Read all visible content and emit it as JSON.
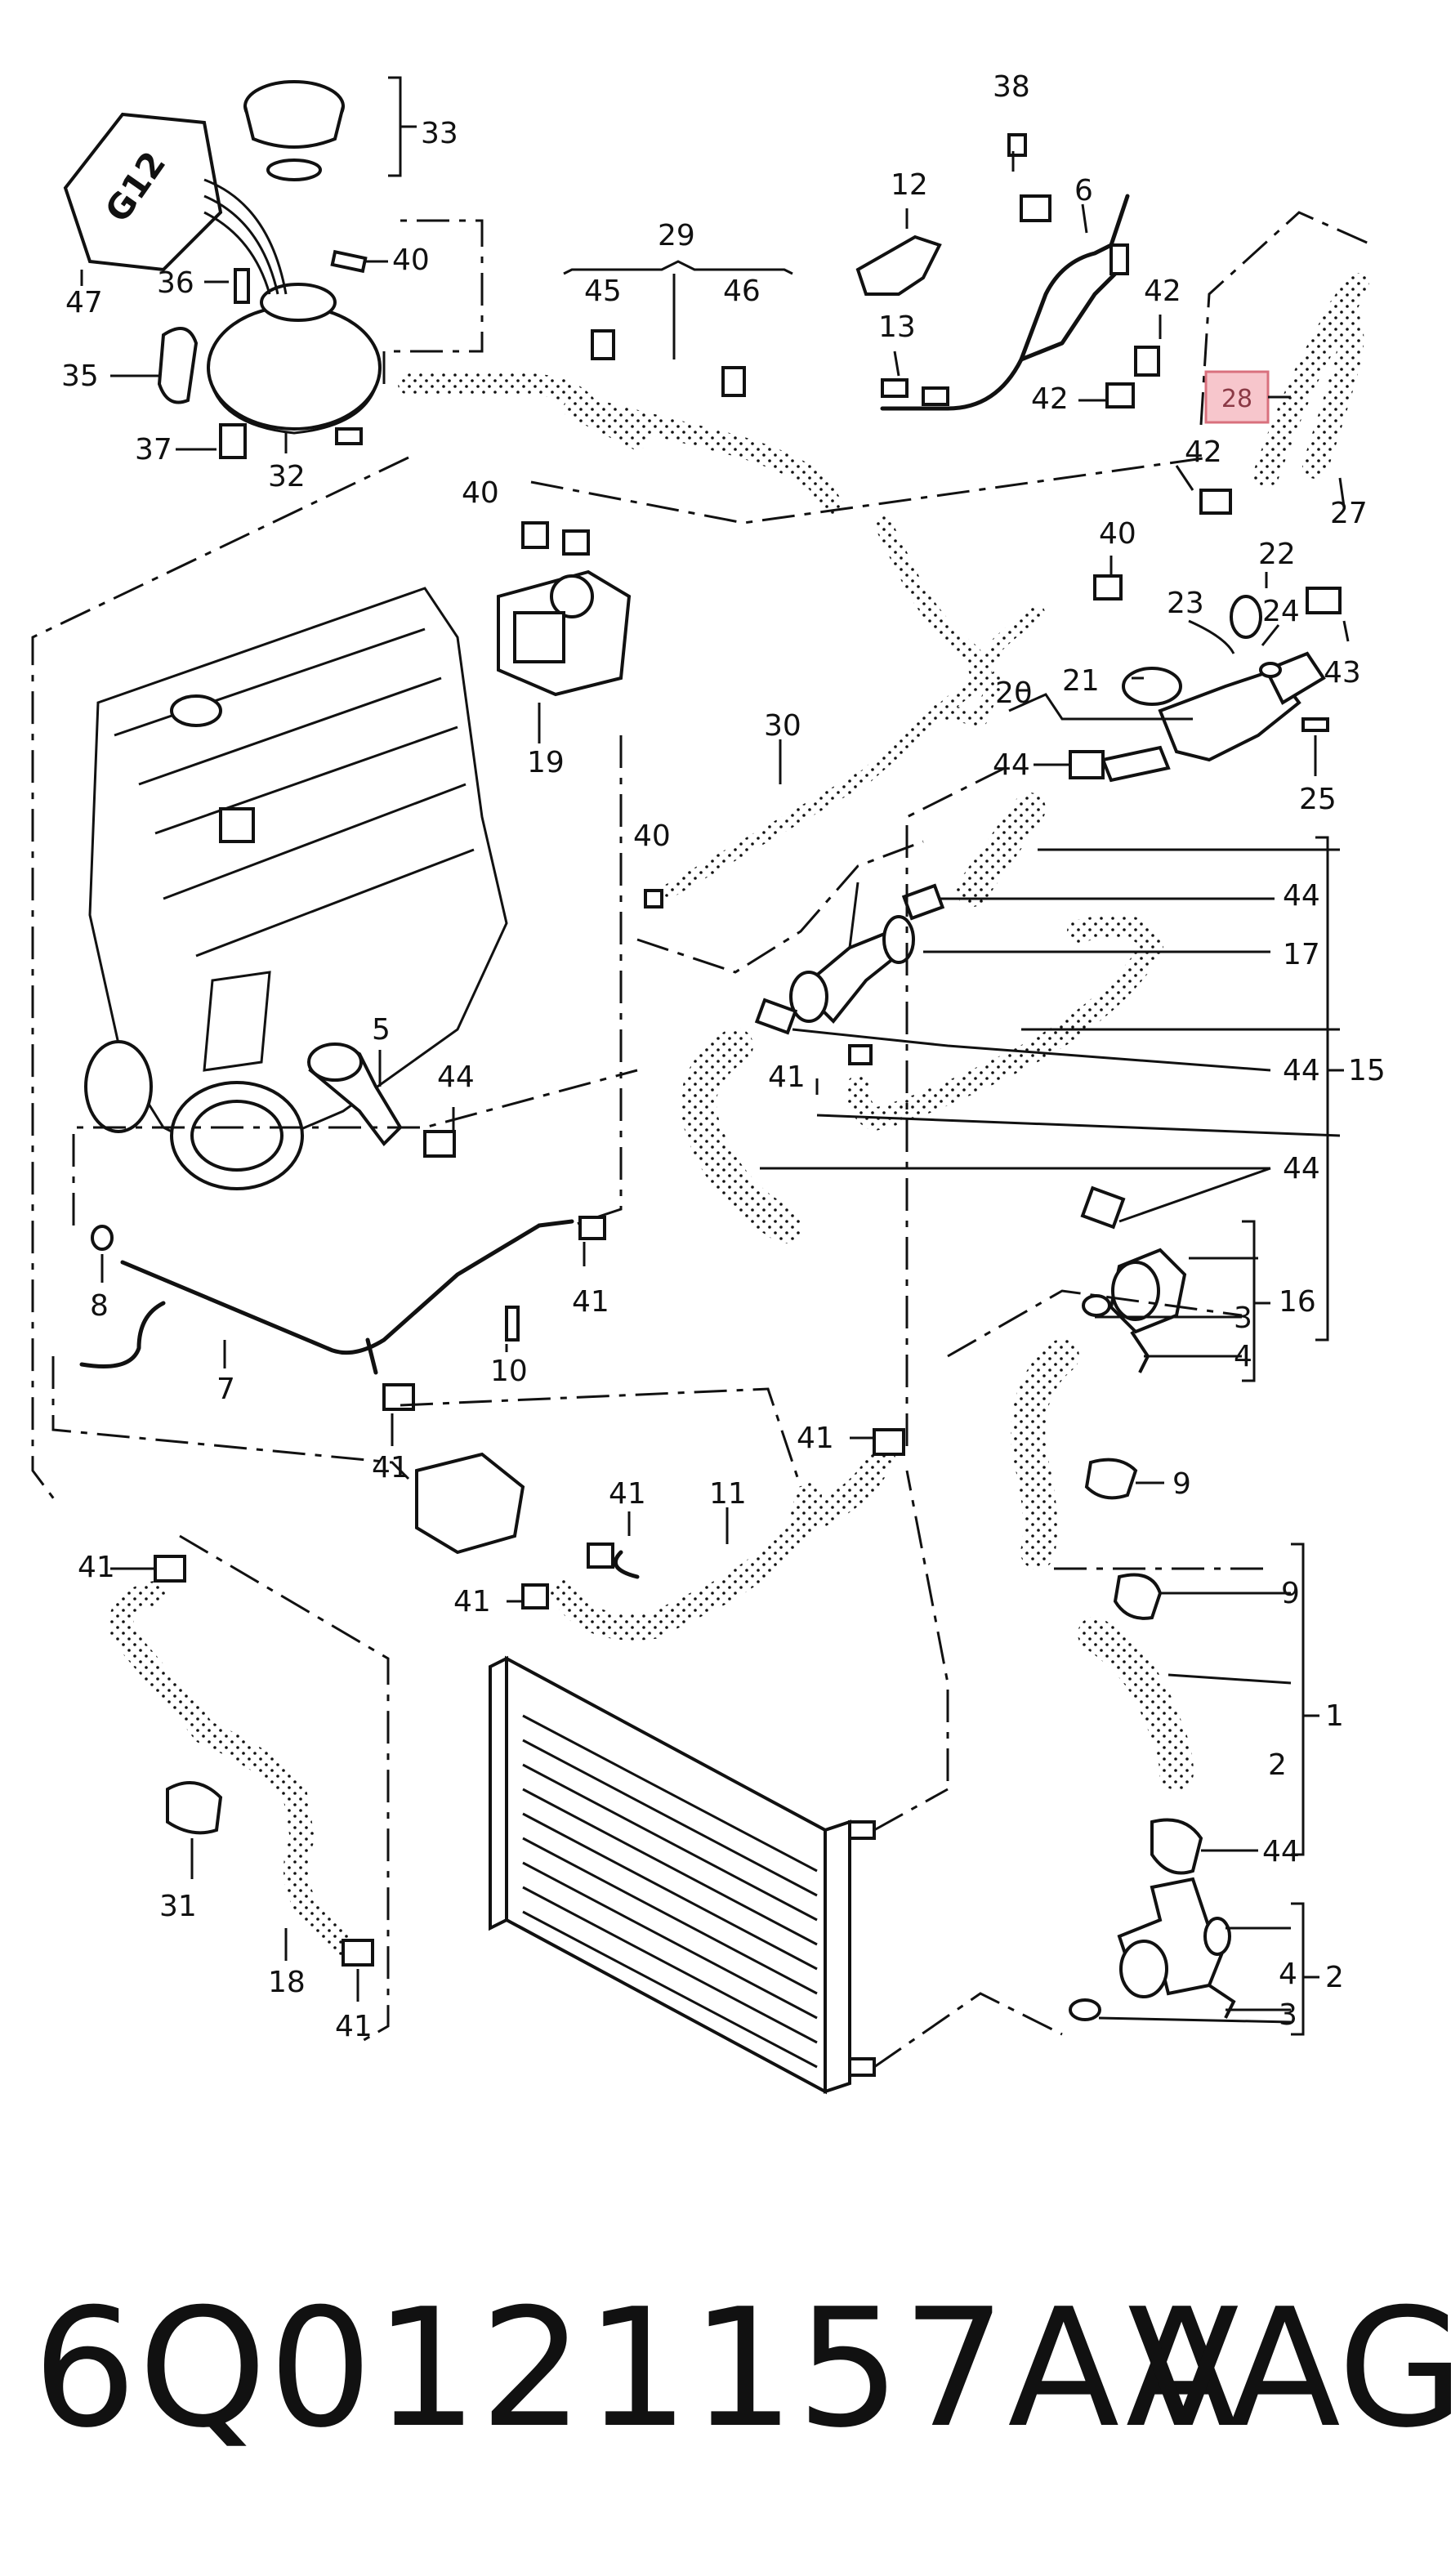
{
  "footer": {
    "part_number": "6Q0121157AA",
    "brand": "VAG"
  },
  "highlight": {
    "label": "28"
  },
  "tank_marking": "G12",
  "callouts": [
    {
      "id": "c33",
      "text": "33"
    },
    {
      "id": "c47",
      "text": "47"
    },
    {
      "id": "c36",
      "text": "36"
    },
    {
      "id": "c40a",
      "text": "40"
    },
    {
      "id": "c35",
      "text": "35"
    },
    {
      "id": "c37",
      "text": "37"
    },
    {
      "id": "c32",
      "text": "32"
    },
    {
      "id": "c29",
      "text": "29"
    },
    {
      "id": "c45",
      "text": "45"
    },
    {
      "id": "c46",
      "text": "46"
    },
    {
      "id": "c38",
      "text": "38"
    },
    {
      "id": "c12",
      "text": "12"
    },
    {
      "id": "c6",
      "text": "6"
    },
    {
      "id": "c42a",
      "text": "42"
    },
    {
      "id": "c13",
      "text": "13"
    },
    {
      "id": "c42b",
      "text": "42"
    },
    {
      "id": "c42c",
      "text": "42"
    },
    {
      "id": "c27",
      "text": "27"
    },
    {
      "id": "c40b",
      "text": "40"
    },
    {
      "id": "c40c",
      "text": "40"
    },
    {
      "id": "c19",
      "text": "19"
    },
    {
      "id": "c22",
      "text": "22"
    },
    {
      "id": "c23",
      "text": "23"
    },
    {
      "id": "c24",
      "text": "24"
    },
    {
      "id": "c43",
      "text": "43"
    },
    {
      "id": "c21",
      "text": "21"
    },
    {
      "id": "c20",
      "text": "20"
    },
    {
      "id": "c30",
      "text": "30"
    },
    {
      "id": "c44a",
      "text": "44"
    },
    {
      "id": "c25",
      "text": "25"
    },
    {
      "id": "c40d",
      "text": "40"
    },
    {
      "id": "c44b",
      "text": "44"
    },
    {
      "id": "c17",
      "text": "17"
    },
    {
      "id": "c5",
      "text": "5"
    },
    {
      "id": "c44c",
      "text": "44"
    },
    {
      "id": "c41a",
      "text": "41"
    },
    {
      "id": "c44d",
      "text": "44"
    },
    {
      "id": "c15",
      "text": "15"
    },
    {
      "id": "c44e",
      "text": "44"
    },
    {
      "id": "c8",
      "text": "8"
    },
    {
      "id": "c41b",
      "text": "41"
    },
    {
      "id": "c3a",
      "text": "3"
    },
    {
      "id": "c16",
      "text": "16"
    },
    {
      "id": "c7",
      "text": "7"
    },
    {
      "id": "c10",
      "text": "10"
    },
    {
      "id": "c4a",
      "text": "4"
    },
    {
      "id": "c41c",
      "text": "41"
    },
    {
      "id": "c41d",
      "text": "41"
    },
    {
      "id": "c9a",
      "text": "9"
    },
    {
      "id": "c41e",
      "text": "41"
    },
    {
      "id": "c11",
      "text": "11"
    },
    {
      "id": "c41f",
      "text": "41"
    },
    {
      "id": "c9b",
      "text": "9"
    },
    {
      "id": "c41g",
      "text": "41"
    },
    {
      "id": "c1",
      "text": "1"
    },
    {
      "id": "c2a",
      "text": "2"
    },
    {
      "id": "c44f",
      "text": "44"
    },
    {
      "id": "c31",
      "text": "31"
    },
    {
      "id": "c18",
      "text": "18"
    },
    {
      "id": "c41h",
      "text": "41"
    },
    {
      "id": "c4b",
      "text": "4"
    },
    {
      "id": "c2b",
      "text": "2"
    },
    {
      "id": "c3b",
      "text": "3"
    }
  ]
}
